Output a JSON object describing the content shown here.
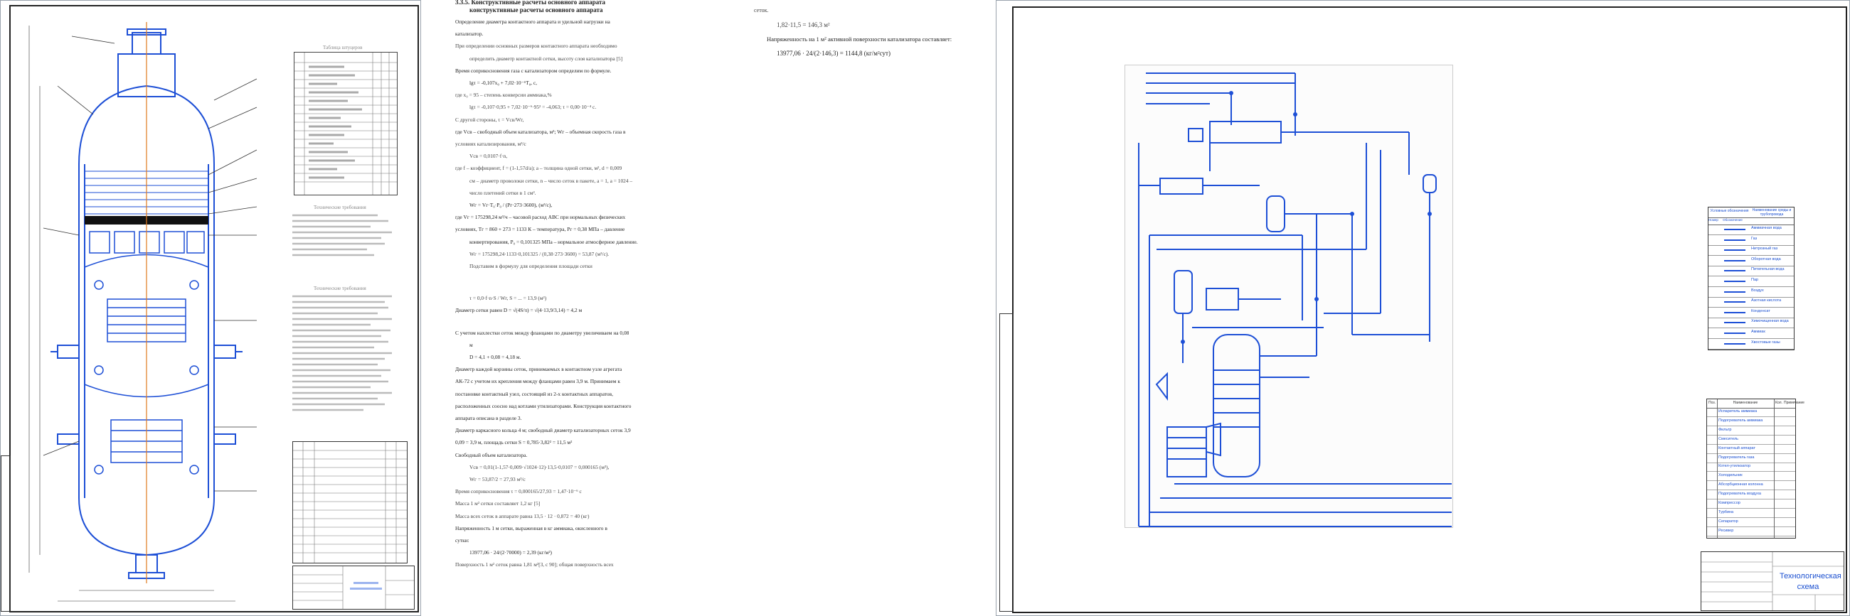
{
  "sheet1": {
    "spec_table_header": "Таблица штуцеров",
    "notes_title": "Технические требования",
    "notes2_title": "Технические требования"
  },
  "text_page": {
    "heading": [
      "3.3.5. Конструктивные расчеты основного аппарата",
      "конструктивные расчеты основного аппарата"
    ],
    "lines": [
      {
        "text": "Определение диаметра контактного аппарата и удельной нагрузки на",
        "cls": "b"
      },
      {
        "text": "катализатор.",
        "cls": "b"
      },
      {
        "text": "При определении основных размеров контактного аппарата необходимо",
        "cls": ""
      },
      {
        "text": "определить диаметр контактной сетки, высоту слоя катализатора [5]",
        "cls": ""
      },
      {
        "text": "Время соприкосновения газа с катализатором определим по формуле.",
        "cls": "b"
      },
      {
        "text": "lgτ = -0,107x₀ + 7,02·10⁻⁶T₀, с,",
        "cls": "b"
      },
      {
        "text": "где x₀ = 95 – степень конверсии аммиака,%",
        "cls": ""
      },
      {
        "text": "lgτ = -0,107·0,95 + 7,02·10⁻⁶·95² = -4,063; τ = 0,00·10⁻⁴ с.",
        "cls": ""
      },
      {
        "text": "С другой стороны, τ = Vсв/Wг,",
        "cls": ""
      },
      {
        "text": "где Vсв – свободный объем катализатора, м³; Wг – объемная скорость газа в",
        "cls": "b"
      },
      {
        "text": "условиях катализирования, м³/с",
        "cls": ""
      },
      {
        "text": "Vсв = 0,0107·f·n,",
        "cls": ""
      },
      {
        "text": "где f – коэффициент, f = (1-1,57d/a); a – толщина одной сетки, м², d = 0,009",
        "cls": ""
      },
      {
        "text": "см – диаметр проволоки сетки, n – число сеток в пакете, a = 1, a = 1024 –",
        "cls": ""
      },
      {
        "text": "число плетений сетки в 1 см².",
        "cls": ""
      },
      {
        "text": "Wг = Vг·T₀·P₀ / (Pг·273·3600), (м³/с),",
        "cls": "b"
      },
      {
        "text": "где Vг = 175298,24 м³/ч – часовой расход АВС при нормальных физических",
        "cls": "b"
      },
      {
        "text": "условиях, Tг = 860 + 273 = 1133 К – температура, Pг = 0,38 МПа – давление",
        "cls": "b"
      },
      {
        "text": "конвертирования, P₀ = 0,101325 МПа – нормальное атмосферное давление.",
        "cls": "b"
      },
      {
        "text": "Wг = 175298,24·1133·0,101325 / (0,38·273·3600) = 53,87 (м³/с).",
        "cls": ""
      },
      {
        "text": "Подставим в формулу для определения площади сетки",
        "cls": ""
      },
      {
        "text": "",
        "cls": ""
      },
      {
        "text": "",
        "cls": ""
      },
      {
        "text": "τ = 0,0·f·n·S / Wг, S = ... = 13,9 (м²)",
        "cls": ""
      },
      {
        "text": "Диаметр сетки равен D = √(4S/π) = √(4·13,9/3,14) = 4,2 м",
        "cls": "b"
      },
      {
        "text": "",
        "cls": ""
      },
      {
        "text": "С учетом нахлестки сеток между фланцами по диаметру увеличиваем на 0,08",
        "cls": "b"
      },
      {
        "text": "м",
        "cls": "b"
      },
      {
        "text": "D = 4,1 + 0,08 = 4,18 м.",
        "cls": "b"
      },
      {
        "text": "Диаметр каждой корзины сеток, принимаемых в контактном узле агрегата",
        "cls": "b"
      },
      {
        "text": "АК-72 с учетом их крепления между фланцами равен 3,9 м. Принимаем к",
        "cls": "b"
      },
      {
        "text": "постановке контактный узел, состоящий из 2-х контактных аппаратов,",
        "cls": "b"
      },
      {
        "text": "расположенных соосно над котлами утилизаторами. Конструкция контактного",
        "cls": "b"
      },
      {
        "text": "аппарата описана в разделе 3.",
        "cls": "b"
      },
      {
        "text": "Диаметр каркасного кольца 4 м; свободный диаметр катализаторных сеток 3,9",
        "cls": "b"
      },
      {
        "text": "0,09 = 3,9 м, площадь сетки S = 0,785·3,82² = 11,5 м²",
        "cls": "b"
      },
      {
        "text": "Свободный объем катализатора.",
        "cls": "b"
      },
      {
        "text": "Vсв = 0,01(1-1,57·0,009·√1024·12)·13,5·0,0107 = 0,000165 (м³),",
        "cls": ""
      },
      {
        "text": "Wг = 53,87/2 = 27,93 м³/с",
        "cls": ""
      },
      {
        "text": "Время соприкосновения τ = 0,000165/27,93 = 1,47·10⁻⁶ с",
        "cls": ""
      },
      {
        "text": "Масса 1 м² сетки составляет 1,2 кг [5]",
        "cls": ""
      },
      {
        "text": "Масса всех сеток в аппарате равна 13,5 · 12 · 0,872 = 40 (кг)",
        "cls": ""
      },
      {
        "text": "Напряженность 1 м сетки, выраженная в кг аммиака, окисленного в",
        "cls": "b"
      },
      {
        "text": "сутки:",
        "cls": "b"
      },
      {
        "text": "13977,06 · 24/(2·70000) = 2,39 (кг/м²)",
        "cls": "b"
      },
      {
        "text": "Поверхность 1 м² сеток равна 1,81 м²[3, с 90]; общая поверхность всех",
        "cls": ""
      }
    ],
    "continuation": [
      "сеток.",
      "1,82·11,5 = 146,3 м²",
      "Напряженность на 1 м² активной поверхности катализатора составляет:",
      "13977,06 · 24/(2·146,3) = 1144,8 (кг/м²сут)"
    ]
  },
  "sheet2": {
    "legend_header": [
      "Условные обозначения",
      "Наименование среды и трубопровода"
    ],
    "legend_sub": [
      "Номер",
      "Обозначение"
    ],
    "legend_rows": [
      "Аммиачная вода",
      "Газ",
      "Нитрозный газ",
      "Оборотная вода",
      "Питательная вода",
      "Пар",
      "Воздух",
      "Азотная кислота",
      "Конденсат",
      "Химочищенная вода",
      "Аммиак",
      "Хвостовые газы"
    ],
    "spec_header": [
      "Поз.",
      "Наименование",
      "Кол.",
      "Примечание"
    ],
    "spec_rows": [
      "Испаритель аммиака",
      "Подогреватель аммиака",
      "Фильтр",
      "Смеситель",
      "Контактный аппарат",
      "Подогреватель газа",
      "Котел-утилизатор",
      "Холодильник",
      "Абсорбционная колонна",
      "Подогреватель воздуха",
      "Компрессор",
      "Турбина",
      "Сепаратор",
      "Ресивер"
    ],
    "title_block": [
      "Технологическая",
      "схема"
    ]
  }
}
